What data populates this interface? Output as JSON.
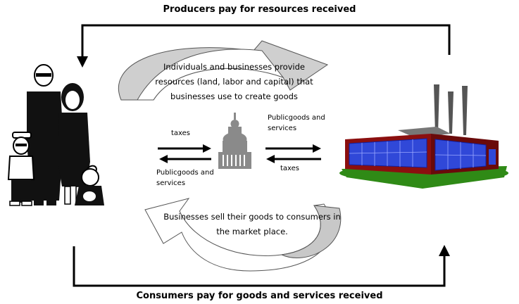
{
  "top_caption": "Producers pay for resources received",
  "bottom_caption": "Consumers pay for goods and services received",
  "upper_flow_text": [
    "Individuals and businesses provide",
    "resources (land, labor and capital) that",
    "businesses use to create goods"
  ],
  "lower_flow_text": [
    "Businesses sell their goods to consumers in",
    "the market place."
  ],
  "left_exchange": {
    "taxes": "taxes",
    "public_goods": [
      "Publicgoods and",
      "services"
    ]
  },
  "right_exchange": {
    "public_goods": [
      "Publicgoods and",
      "services"
    ],
    "taxes": "taxes"
  },
  "colors": {
    "flow_fill": "#d0d0d0",
    "capitol": "#8a8a8a",
    "factory_wall": "#8b0f0f",
    "factory_window": "#3048d8",
    "lawn": "#2f8a16"
  },
  "icons": [
    "family-icon",
    "capitol-icon",
    "factory-icon"
  ]
}
